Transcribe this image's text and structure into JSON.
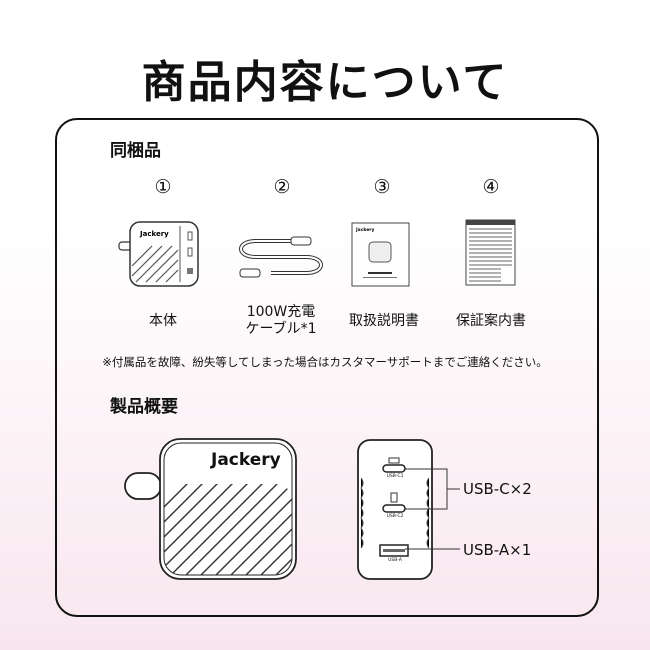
{
  "title": "商品内容について",
  "included": {
    "heading": "同梱品",
    "items": [
      {
        "num": "①",
        "label": "本体"
      },
      {
        "num": "②",
        "label_line1": "100W充電",
        "label_line2": "ケーブル*1"
      },
      {
        "num": "③",
        "label": "取扱説明書"
      },
      {
        "num": "④",
        "label": "保証案内書"
      }
    ],
    "note": "※付属品を故障、紛失等してしまった場合はカスタマーサポートまでご連絡ください。"
  },
  "overview": {
    "heading": "製品概要",
    "brand": "Jackery",
    "ports": {
      "c1": "USB-C1",
      "c2": "USB-C2",
      "a": "USB-A"
    },
    "usb_c_label": "USB-C×2",
    "usb_a_label": "USB-A×1"
  }
}
